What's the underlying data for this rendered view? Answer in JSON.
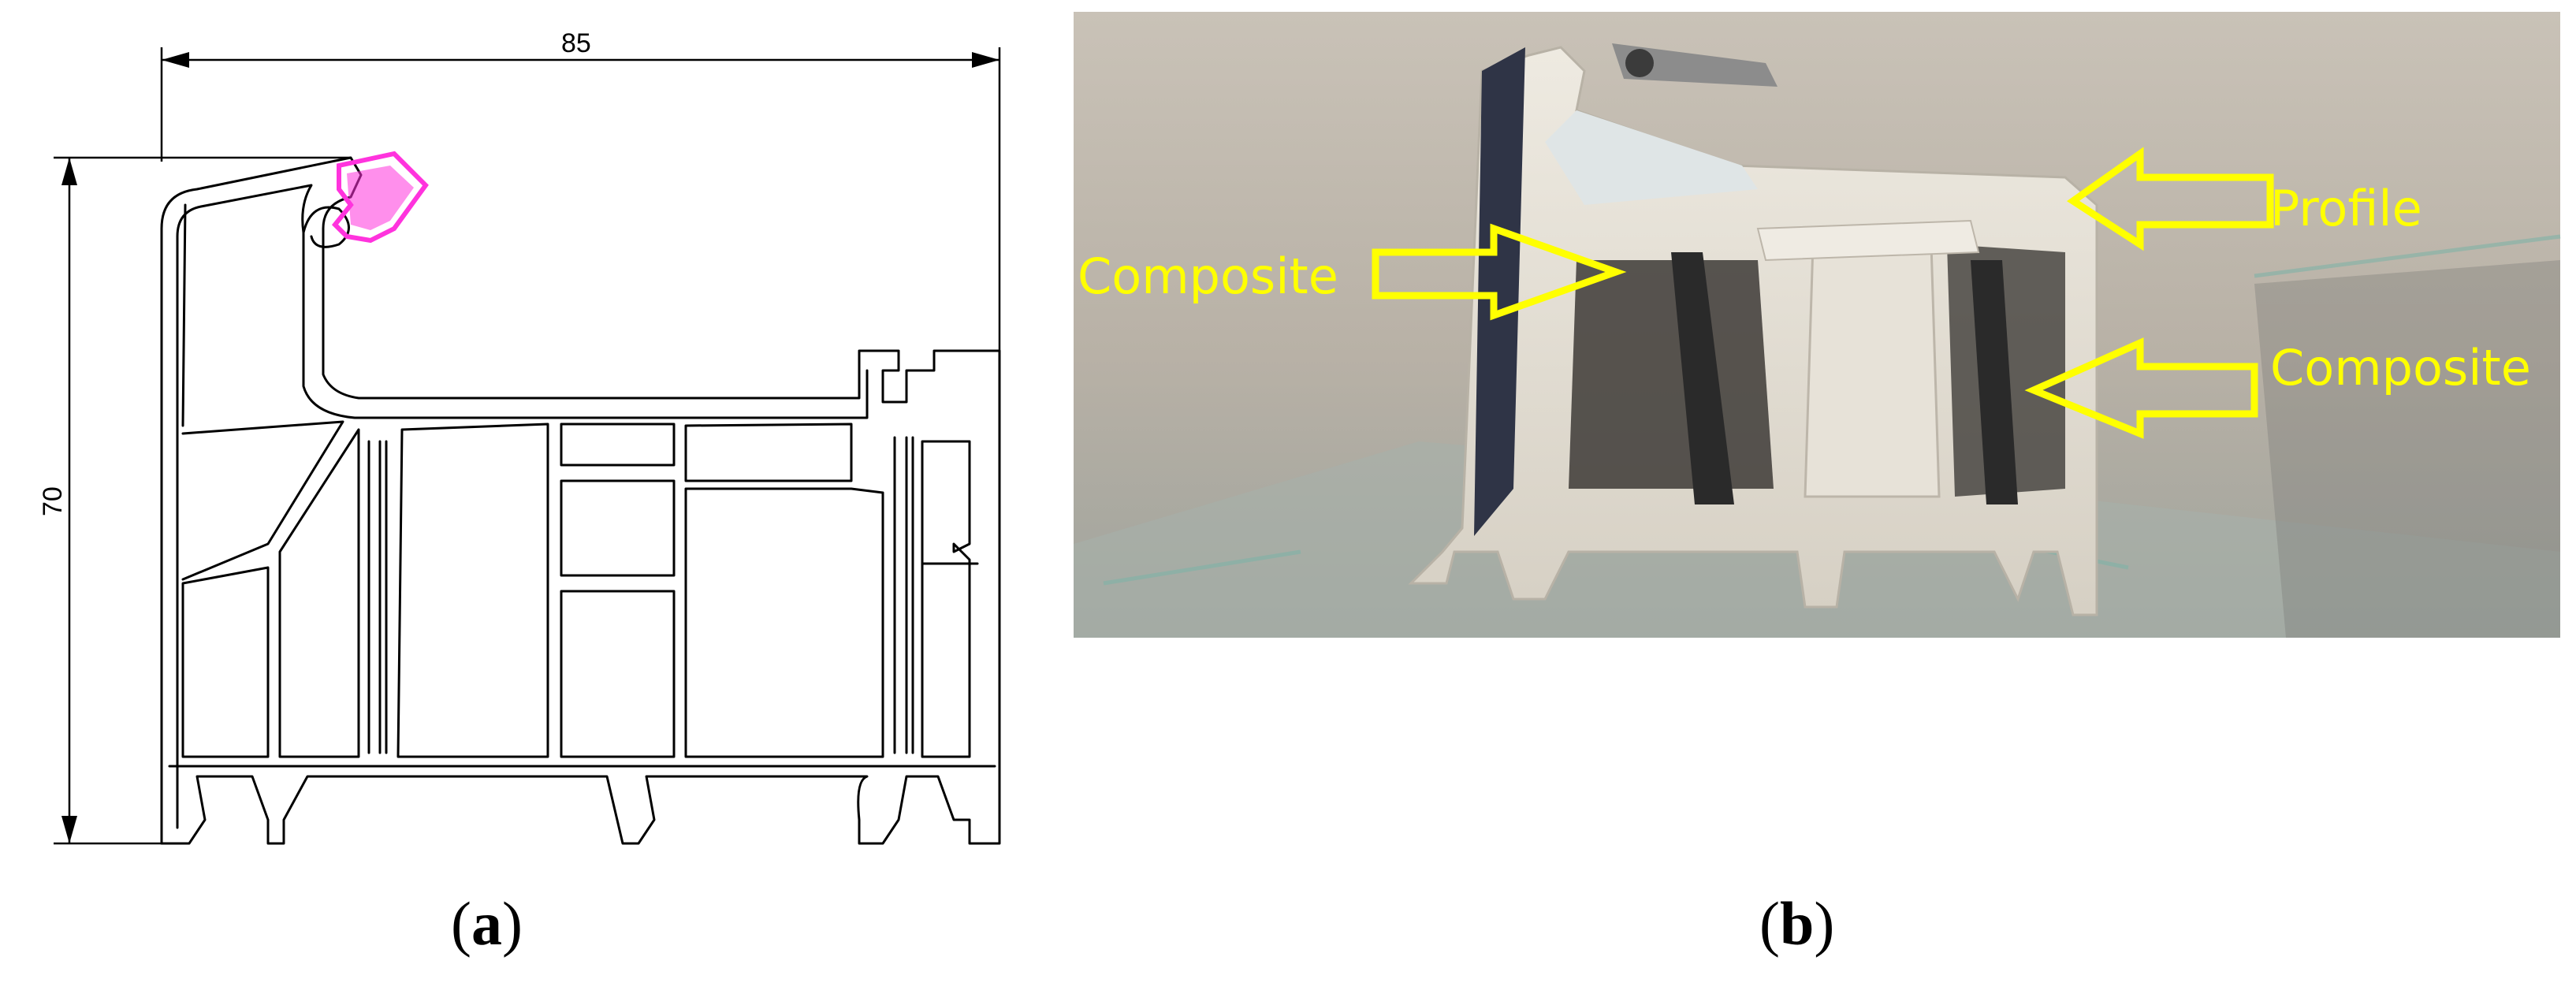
{
  "panel_a": {
    "label_paren_open": "(",
    "label_letter": "a",
    "label_paren_close": ")",
    "dimension_width": "85",
    "dimension_height": "70",
    "seal_color": "#ff33dd"
  },
  "panel_b": {
    "label_paren_open": "(",
    "label_letter": "b",
    "label_paren_close": ")",
    "annotations": [
      {
        "text": "Composite"
      },
      {
        "text": "Profile"
      },
      {
        "text": "Composite"
      }
    ],
    "annotation_color": "#ffff00"
  }
}
